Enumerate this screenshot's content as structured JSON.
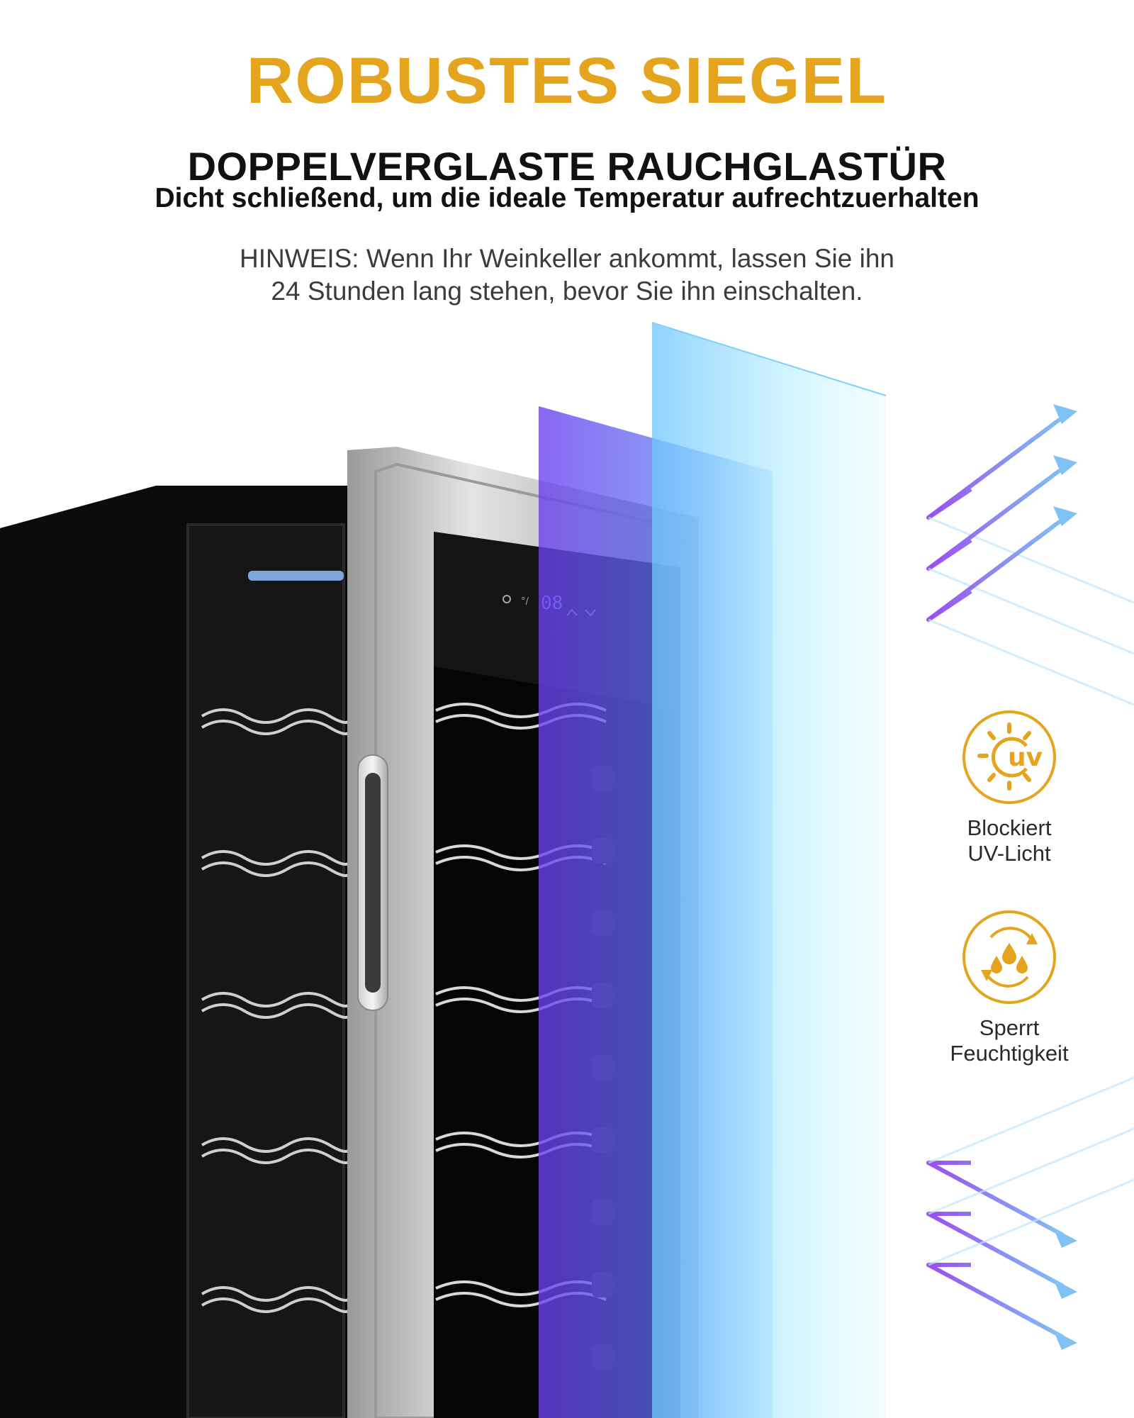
{
  "header": {
    "title": "ROBUSTES SIEGEL",
    "subtitle": "DOPPELVERGLASTE RAUCHGLASTÜR",
    "tagline": "Dicht schließend, um die ideale Temperatur aufrechtzuerhalten",
    "note_line1": "HINWEIS: Wenn Ihr Weinkeller ankommt, lassen Sie ihn",
    "note_line2": "24 Stunden lang stehen, bevor Sie ihn einschalten."
  },
  "features": [
    {
      "icon": "uv-sun-icon",
      "line1": "Blockiert",
      "line2": "UV-Licht"
    },
    {
      "icon": "humidity-drops-icon",
      "line1": "Sperrt",
      "line2": "Feuchtigkeit"
    }
  ],
  "panel": {
    "display": "08",
    "icons": [
      "light-icon",
      "unit-icon",
      "arrow-up-icon",
      "arrow-down-icon"
    ]
  },
  "colors": {
    "accent": "#E5A41E",
    "arrow_start": "#9B4DF0",
    "arrow_end": "#7FC3F5",
    "glass_blue": "#8FD8FF",
    "glass_purple": "#5A2FD8",
    "cabinet": "#0b0b0b"
  }
}
